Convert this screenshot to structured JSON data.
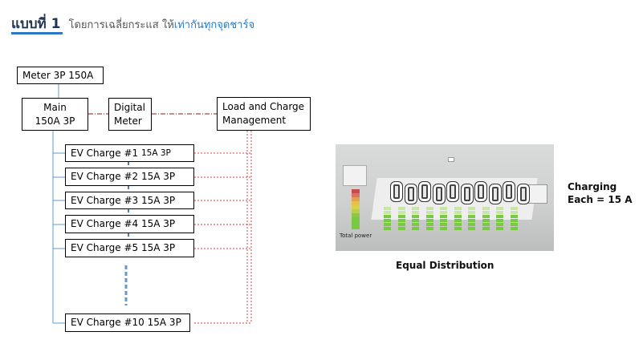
{
  "heading": {
    "main": "แบบที่ 1",
    "sub": "โดยการเฉลี่ยกระแส ให้",
    "accent": "เท่ากันทุกจุดชาร์จ"
  },
  "diagram": {
    "meter": "Meter 3P 150A",
    "main_line1": "Main",
    "main_line2": "150A 3P",
    "digital_line1": "Digital",
    "digital_line2": "Meter",
    "lcm_line1": "Load and Charge",
    "lcm_line2": "Management",
    "chargers": [
      {
        "name": "EV Charge #1",
        "rating": "15A 3P"
      },
      {
        "name": "EV Charge #2",
        "rating": "15A 3P"
      },
      {
        "name": "EV Charge #3",
        "rating": "15A 3P"
      },
      {
        "name": "EV Charge #4",
        "rating": "15A 3P"
      },
      {
        "name": "EV Charge #5",
        "rating": "15A 3P"
      },
      {
        "name": "EV Charge #10",
        "rating": "15A 3P"
      }
    ]
  },
  "illustration": {
    "total_power_label": "Total power",
    "caption": "Equal Distribution",
    "charging_line1": "Charging",
    "charging_line2": "Each = 15 A"
  },
  "colors": {
    "accent_blue": "#2b79c2",
    "wire_blue": "#5b9bd5",
    "signal_red": "#e0403a",
    "signal_dark_red": "#8b1a1a",
    "bar_green": "#7ac943",
    "bar_light_green": "#c8e6a8"
  }
}
